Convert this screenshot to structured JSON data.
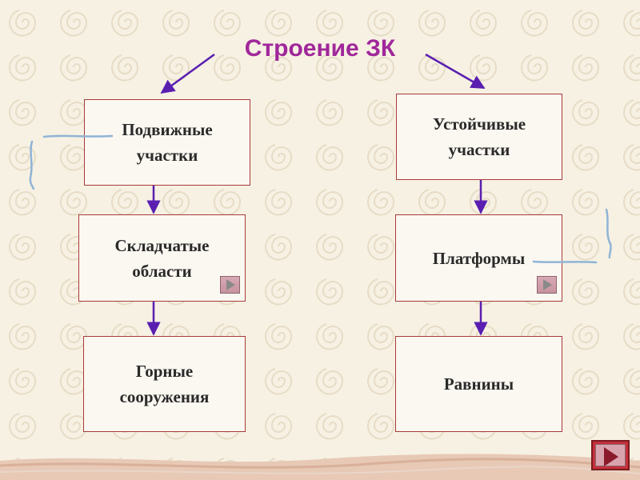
{
  "title": "Строение ЗК",
  "left_column": {
    "top": "Подвижные\nучастки",
    "middle": "Складчатые\nобласти",
    "bottom": "Горные\nсооружения"
  },
  "right_column": {
    "top": "Устойчивые\nучастки",
    "middle": "Платформы",
    "bottom": "Равнины"
  },
  "colors": {
    "title": "#a0279a",
    "arrow": "#5a1fb0",
    "box_border": "#a83a3a",
    "background": "#f7f1e3",
    "squiggle": "#8fb4d6"
  }
}
